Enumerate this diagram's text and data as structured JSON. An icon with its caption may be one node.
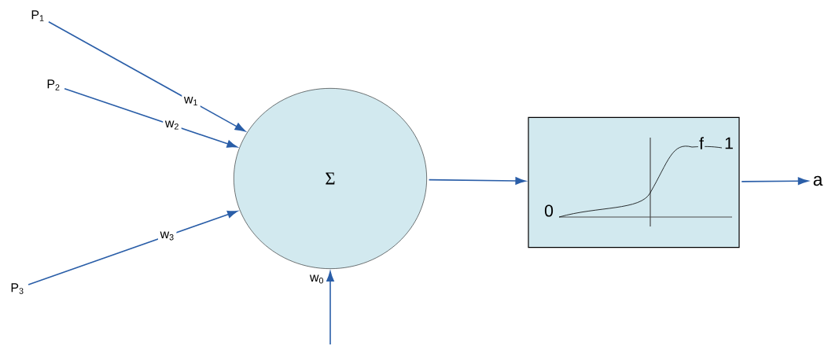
{
  "diagram": {
    "nodes": [
      {
        "text": [
          "P$_{1}$"
        ]
      },
      {
        "text": [
          "P$_{2}$"
        ]
      },
      {
        "text": [
          "P$_{3}$"
        ]
      },
      {
        "text": [
          "Σ"
        ]
      },
      {
        "text": [
          "f",
          "1",
          "0"
        ]
      },
      {
        "text": [
          "a"
        ]
      }
    ],
    "edges": [
      {
        "from": 0,
        "to": 3,
        "arrow": "to",
        "label": "w$_{1}$"
      },
      {
        "from": 1,
        "to": 3,
        "arrow": "to",
        "label": "w$_{2}$"
      },
      {
        "from": 2,
        "to": 3,
        "arrow": "to",
        "label": "w$_{3}$"
      },
      {
        "from": null,
        "to": 3,
        "arrow": "to",
        "label": "w$_{0}$"
      },
      {
        "from": 3,
        "to": 4,
        "arrow": "to"
      },
      {
        "from": 4,
        "to": 5,
        "arrow": "to"
      }
    ]
  }
}
